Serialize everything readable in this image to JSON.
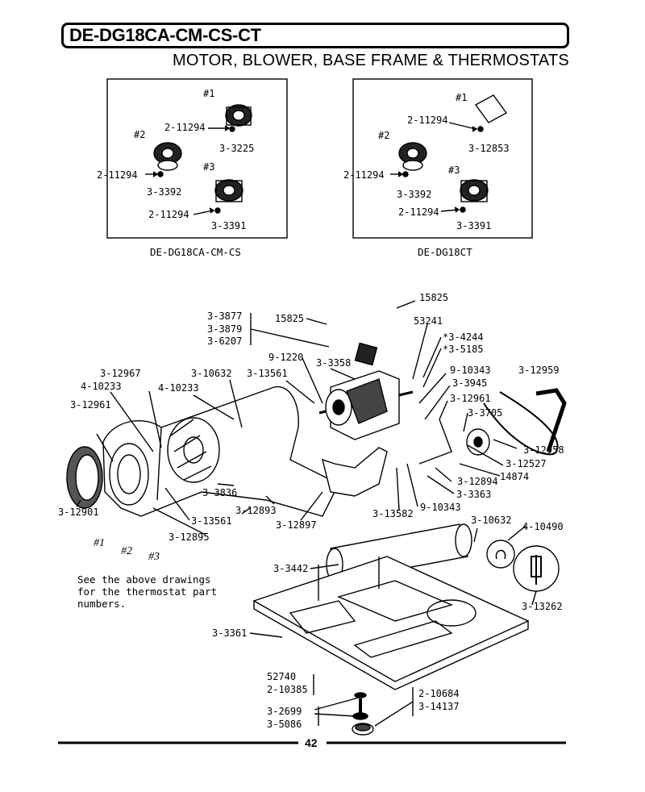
{
  "header": {
    "model": "DE-DG18CA-CM-CS-CT",
    "section_title": "MOTOR, BLOWER, BASE FRAME & THERMOSTATS"
  },
  "inset_left": {
    "caption": "DE-DG18CA-CM-CS",
    "labels": {
      "t1": "#1",
      "t2": "#2",
      "t3": "#3",
      "screw1": "2-11294",
      "screw2": "2-11294",
      "screw3": "2-11294",
      "part1": "3-3225",
      "part2": "3-3392",
      "part3": "3-3391"
    }
  },
  "inset_right": {
    "caption": "DE-DG18CT",
    "labels": {
      "t1": "#1",
      "t2": "#2",
      "t3": "#3",
      "screw1": "2-11294",
      "screw2": "2-11294",
      "screw3": "2-11294",
      "part1": "3-12853",
      "part2": "3-3392",
      "part3": "3-3391"
    }
  },
  "main_labels": {
    "l15825a": "15825",
    "l15825b": "15825",
    "l53241": "53241",
    "l3877": "3-3877",
    "l3879": "3-3879",
    "l6207": "3-6207",
    "l4244": "*3-4244",
    "l5185": "*3-5185",
    "l1220": "9-1220",
    "l3358": "3-3358",
    "l10343a": "9-10343",
    "l12959": "3-12959",
    "l12967": "3-12967",
    "l10632a": "3-10632",
    "l13561a": "3-13561",
    "l3945": "3-3945",
    "l10233a": "4-10233",
    "l10233b": "4-10233",
    "l12961a": "3-12961",
    "l12961b": "3-12961",
    "l3705": "3-3705",
    "l12958": "3-12958",
    "l12527": "3-12527",
    "l14874": "14874",
    "l12894": "3-12894",
    "l3363": "3-3363",
    "l3836": "3-3836",
    "l12893": "3-12893",
    "l13561b": "3-13561",
    "l12901": "3-12901",
    "l10343b": "9-10343",
    "l13582": "3-13582",
    "l10632b": "3-10632",
    "l10490": "4-10490",
    "l12897": "3-12897",
    "l12895": "3-12895",
    "t1": "#1",
    "t2": "#2",
    "t3": "#3",
    "l3442": "3-3442",
    "l13262": "3-13262",
    "l3361": "3-3361",
    "l52740": "52740",
    "l10385": "2-10385",
    "l2699": "3-2699",
    "l5086": "3-5086",
    "l10684": "2-10684",
    "l14137": "3-14137"
  },
  "note": "See the above drawings\nfor the thermostat part\nnumbers.",
  "footer": {
    "page_number": "42"
  }
}
